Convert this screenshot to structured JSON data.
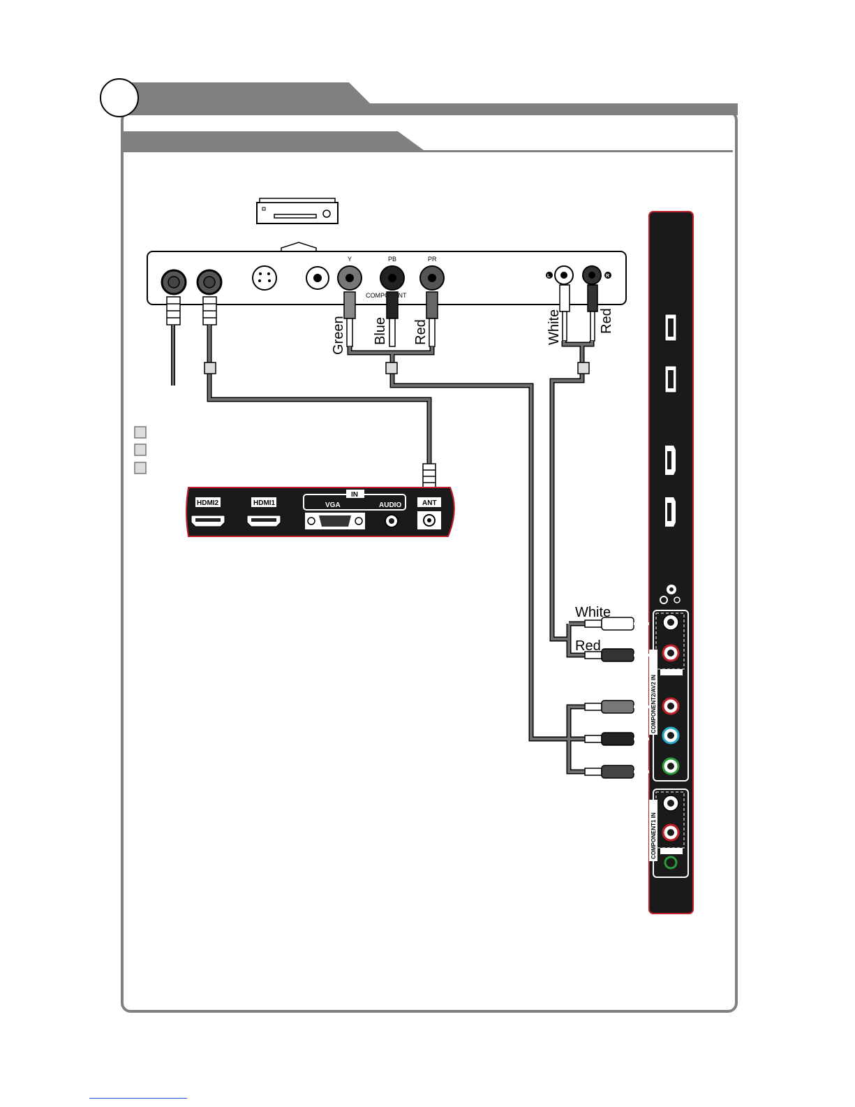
{
  "device_labels": {
    "component": "COMPONENT",
    "y": "Y",
    "pb": "PB",
    "pr": "PR",
    "audio_l": "L",
    "audio_r": "R"
  },
  "cable_labels": {
    "green": "Green",
    "blue": "Blue",
    "red": "Red",
    "white": "White",
    "audio_red": "Red",
    "tv_white": "White",
    "tv_red": "Red"
  },
  "tv_bottom_panel": {
    "hdmi2": "HDMI2",
    "hdmi1": "HDMI1",
    "in": "IN",
    "vga": "VGA",
    "audio": "AUDIO",
    "ant": "ANT"
  },
  "tv_side_panel": {
    "component2": "COMPONENT2/AV2 IN",
    "component1": "COMPONENT1 IN"
  },
  "colors": {
    "panel": "#1a1a1a",
    "panel_edge": "#c0202a",
    "header_gray": "#808080",
    "cable": "#6e6e6e"
  }
}
